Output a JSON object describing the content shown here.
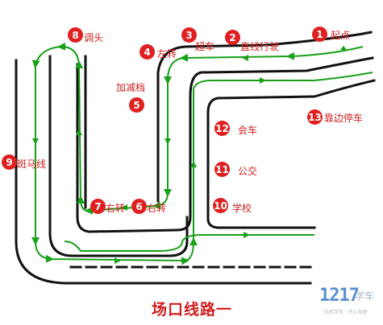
{
  "diagram": {
    "title": "场口线路一",
    "colors": {
      "road": "#111111",
      "route": "#18a018",
      "marker": "#e02020",
      "text": "#d11f1f"
    },
    "stations": [
      {
        "num": "1",
        "label": "起点"
      },
      {
        "num": "2",
        "label": "直线行驶"
      },
      {
        "num": "3",
        "label": "超车"
      },
      {
        "num": "4",
        "label": "左转"
      },
      {
        "num": "5",
        "label": "加减档"
      },
      {
        "num": "6",
        "label": "右转"
      },
      {
        "num": "7",
        "label": "右转"
      },
      {
        "num": "8",
        "label": "调头"
      },
      {
        "num": "9",
        "label": "斑马线"
      },
      {
        "num": "10",
        "label": "学校"
      },
      {
        "num": "11",
        "label": "公交"
      },
      {
        "num": "12",
        "label": "会车"
      },
      {
        "num": "13",
        "label": "靠边停车"
      }
    ],
    "logo": {
      "number": "1217",
      "word": "学车",
      "tagline": "轻松学车 · 开心驾驶"
    }
  }
}
